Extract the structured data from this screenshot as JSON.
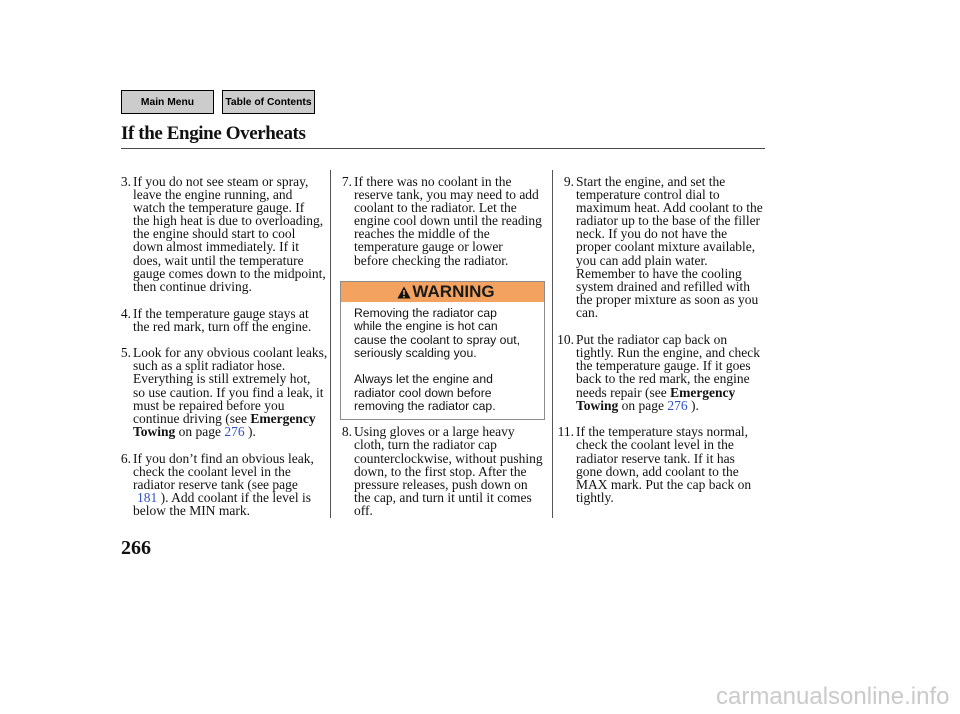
{
  "nav": {
    "main_menu": "Main Menu",
    "table_of_contents": "Table of Contents"
  },
  "title": "If the Engine Overheats",
  "steps": [
    {
      "number": "3.",
      "lines": [
        "If you do not see steam or spray,",
        "leave the engine running, and",
        "watch the temperature gauge. If",
        "the high heat is due to overloading,",
        "the engine should start to cool",
        "down almost immediately. If it",
        "does, wait until the temperature",
        "gauge comes down to the midpoint,",
        "then continue driving."
      ]
    },
    {
      "number": "4.",
      "lines": [
        "If the temperature gauge stays at",
        "the red mark, turn off the engine."
      ]
    },
    {
      "number": "5.",
      "lines": [
        "Look for any obvious coolant leaks,",
        "such as a split radiator hose.",
        "Everything is still extremely hot,",
        "so use caution. If you find a leak, it",
        "must be repaired before you",
        "continue driving (see"
      ],
      "ref": {
        "bold_1": "Emergency",
        "bold_2": "Towing",
        "on_page": "on page",
        "page": "276",
        "close": ")."
      }
    },
    {
      "number": "6.",
      "lines": [
        "If you don’t find an obvious leak,",
        "check the coolant level in the",
        "radiator reserve tank (see page"
      ],
      "ref": {
        "page": "181",
        "after": "). Add coolant if the level is"
      },
      "lines_after": [
        "below the MIN mark."
      ]
    },
    {
      "number": "7.",
      "lines": [
        "If there was no coolant in the",
        "reserve tank, you may need to add",
        "coolant to the radiator. Let the",
        "engine cool down until the reading",
        "reaches the middle of the",
        "temperature gauge or lower",
        "before checking the radiator."
      ]
    },
    {
      "number": "8.",
      "lines": [
        "Using gloves or a large heavy",
        "cloth, turn the radiator cap",
        "counterclockwise, without pushing",
        "down, to the first stop. After the",
        "pressure releases, push down on",
        "the cap, and turn it until it comes",
        "off."
      ]
    },
    {
      "number": "9.",
      "lines": [
        "Start the engine, and set the",
        "temperature control dial to",
        "maximum heat. Add coolant to the",
        "radiator up to the base of the filler",
        "neck. If you do not have the",
        "proper coolant mixture available,",
        "you can add plain water.",
        "Remember to have the cooling",
        "system drained and refilled with",
        "the proper mixture as soon as you",
        "can."
      ]
    },
    {
      "number": "10.",
      "lines": [
        "Put the radiator cap back on",
        "tightly. Run the engine, and check",
        "the temperature gauge. If it goes",
        "back to the red mark, the engine",
        "needs repair (see"
      ],
      "ref": {
        "bold_1": "Emergency",
        "bold_2": "Towing",
        "on_page": "on page",
        "page": "276",
        "close": ")."
      }
    },
    {
      "number": "11.",
      "lines": [
        "If the temperature stays normal,",
        "check the coolant level in the",
        "radiator reserve tank. If it has",
        "gone down, add coolant to the",
        "MAX mark. Put the cap back on",
        "tightly."
      ]
    }
  ],
  "warning": {
    "icon": "warning-triangle-icon",
    "label": "WARNING",
    "paragraphs": [
      [
        "Removing the radiator cap",
        "while the engine is hot can",
        "cause the coolant to spray out,",
        "seriously scalding you."
      ],
      [
        "Always let the engine and",
        "radiator cool down before",
        "removing the radiator cap."
      ]
    ]
  },
  "page_number": "266",
  "watermark": "carmanualsonline.info",
  "colors": {
    "link": "#3050c8",
    "warning_header": "#f3a35f",
    "nav_button": "#cccccc"
  }
}
